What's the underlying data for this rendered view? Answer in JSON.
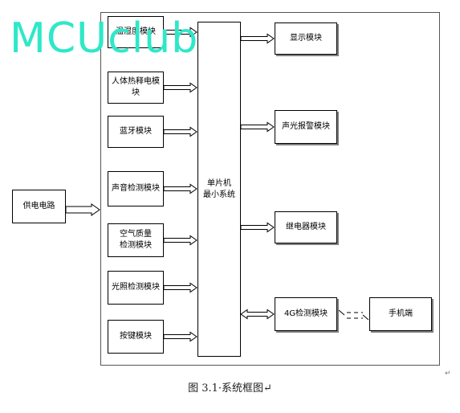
{
  "watermark": "MCUclub",
  "caption": "图 3.1·系统框图↵",
  "mcu": "单片机\n最小系统",
  "power": "供电电路",
  "inputs": [
    "温湿度模块",
    "人体热释电模块",
    "蓝牙模块",
    "声音检测模块",
    "空气质量\n检测模块",
    "光照检测模块",
    "按键模块"
  ],
  "outputs": [
    "显示模块",
    "声光报警模块",
    "继电器模块",
    "4G检测模块"
  ],
  "phone": "手机端",
  "marks": [
    "↵",
    "↵"
  ]
}
